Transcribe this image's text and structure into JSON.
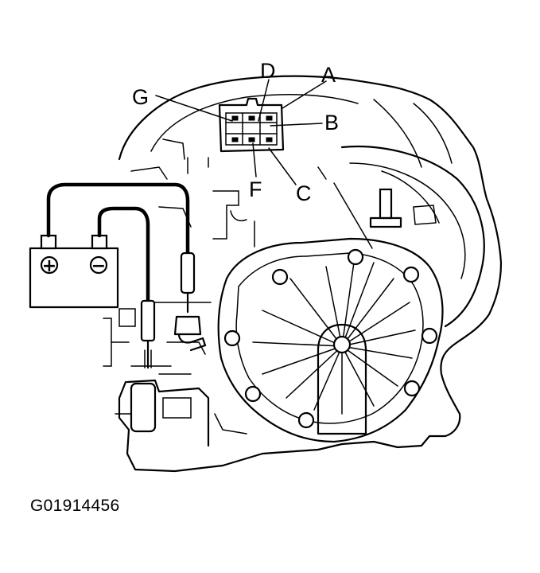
{
  "figure_id": "G01914456",
  "callouts": {
    "a": "A",
    "b": "B",
    "c": "C",
    "d": "D",
    "f": "F",
    "g": "G"
  },
  "battery": {
    "positive_symbol": "+",
    "negative_symbol": "−"
  },
  "colors": {
    "ink": "#000000",
    "background": "#ffffff"
  },
  "icons": {
    "battery": "battery-icon",
    "connector": "connector-icon",
    "transmission": "transmission-housing-drawing"
  }
}
